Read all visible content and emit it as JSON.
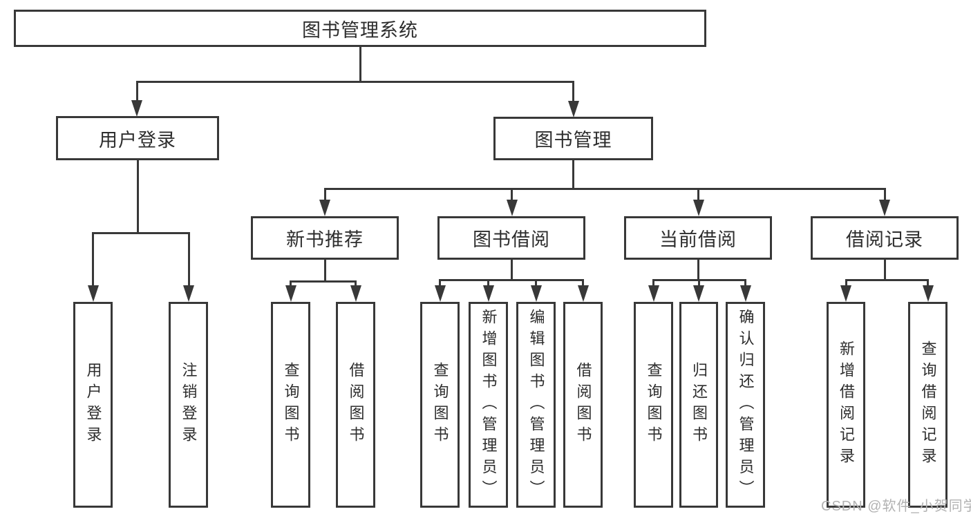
{
  "diagram": {
    "tree": {
      "root": {
        "label": "图书管理系统",
        "children": [
          {
            "label": "用户登录",
            "children": [
              {
                "label": "用户登录"
              },
              {
                "label": "注销登录"
              }
            ]
          },
          {
            "label": "图书管理",
            "children": [
              {
                "label": "新书推荐",
                "children": [
                  {
                    "label": "查询图书"
                  },
                  {
                    "label": "借阅图书"
                  }
                ]
              },
              {
                "label": "图书借阅",
                "children": [
                  {
                    "label": "查询图书"
                  },
                  {
                    "label": "新增图书（管理员）"
                  },
                  {
                    "label": "编辑图书（管理员）"
                  },
                  {
                    "label": "借阅图书"
                  }
                ]
              },
              {
                "label": "当前借阅",
                "children": [
                  {
                    "label": "查询图书"
                  },
                  {
                    "label": "归还图书"
                  },
                  {
                    "label": "确认归还（管理员）"
                  }
                ]
              },
              {
                "label": "借阅记录",
                "children": [
                  {
                    "label": "新增借阅记录"
                  },
                  {
                    "label": "查询借阅记录"
                  }
                ]
              }
            ]
          }
        ]
      }
    },
    "colors": {
      "line": "#383838",
      "text": "#2d2d2d",
      "watermark": "#b2b2b2",
      "background": "#ffffff"
    }
  },
  "watermark": {
    "text": "CSDN @软件_小贺同学"
  }
}
